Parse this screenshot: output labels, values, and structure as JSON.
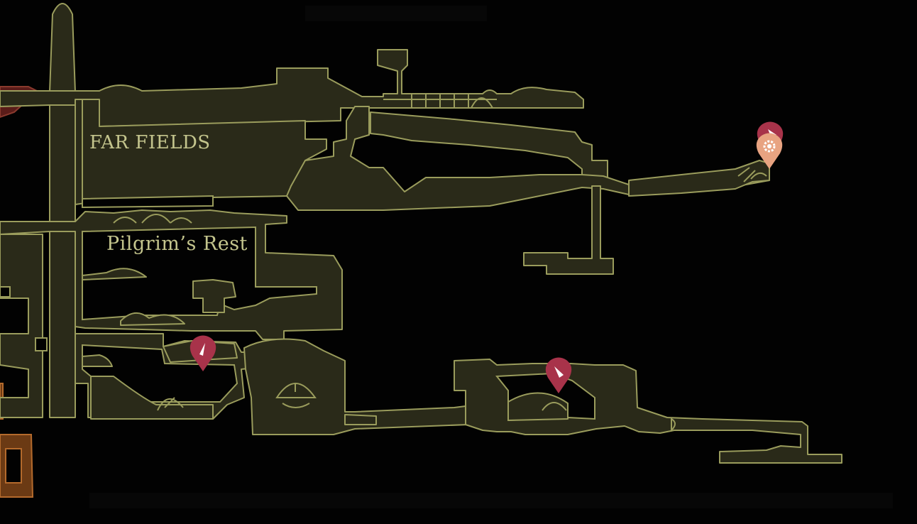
{
  "map": {
    "areas": [
      {
        "name": "FAR FIELDS"
      },
      {
        "name": "Pilgrim’s Rest"
      }
    ],
    "colors": {
      "room_fill": "#2a2a19",
      "room_outline": "#9a9c5c",
      "label": "#c4c58d",
      "pin_red": "#a8334a",
      "pin_peach": "#e8a381",
      "neighbor_red": "#5a1c19",
      "neighbor_orange": "#6b3a14"
    },
    "markers": [
      {
        "kind": "compass-pin",
        "icon": "compass-icon"
      },
      {
        "kind": "compass-pin",
        "icon": "compass-icon"
      },
      {
        "kind": "compass-pin",
        "icon": "compass-icon"
      },
      {
        "kind": "cog-pin",
        "icon": "cog-icon"
      }
    ]
  }
}
